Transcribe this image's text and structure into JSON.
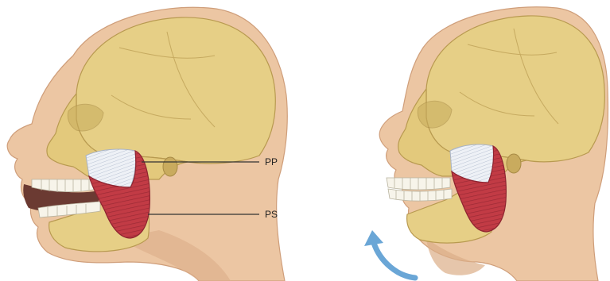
{
  "figure": {
    "panels": [
      {
        "state": "mouth-open"
      },
      {
        "state": "mouth-closed"
      }
    ],
    "labels": {
      "pp": "PP",
      "ps": "PS"
    },
    "colors": {
      "skin": "#ecc6a3",
      "skin_shadow": "#d9a983",
      "bone": "#e6cf86",
      "bone_shadow": "#c7ab5c",
      "tendon": "#e8ecf3",
      "muscle": "#c23b45",
      "muscle_dark": "#8e2430",
      "teeth": "#f7f4ea",
      "mouth": "#6b3a32",
      "arrow": "#6aa6d6",
      "leader_line": "#333333"
    },
    "arrow_icon": "curved-arrow-up-icon"
  }
}
